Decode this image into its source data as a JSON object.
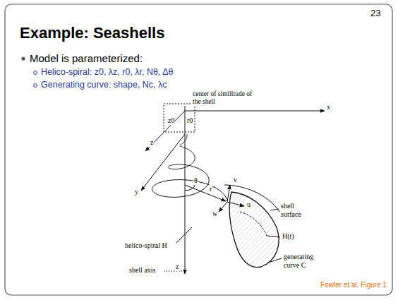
{
  "diagram": {
    "title": "Example: Seashells",
    "caption": "Fowler et al. Figure 1",
    "labels": [
      "23",
      "Model is parameterized:",
      "Helico-spiral: z0, λz, r0, λr, Nθ, Δθ",
      "Generating curve: shape, Nc, λc",
      "center of similitude of the shell",
      "x",
      "z0",
      "r0",
      "z",
      "y",
      "θ",
      "r",
      "v",
      "w",
      "u",
      "shell surface",
      "H(t)",
      "helico-spiral H",
      "shell axis",
      "generating curve C",
      "z"
    ]
  }
}
